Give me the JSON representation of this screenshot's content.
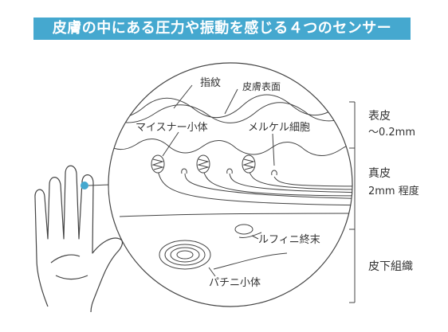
{
  "title": "皮膚の中にある圧力や振動を感じる４つのセンサー",
  "labels": {
    "fingerprint": "指紋",
    "skin_surface": "皮膚表面",
    "meissner": "マイスナー小体",
    "merkel": "メルケル細胞",
    "ruffini": "ルフィニ終末",
    "pacinian": "パチニ小体"
  },
  "layers": {
    "epidermis": "表皮",
    "epidermis_depth": "〜0.2mm",
    "dermis": "真皮",
    "dermis_depth": "2mm 程度",
    "subcutis": "皮下組織"
  },
  "colors": {
    "accent": "#45a8cf",
    "line": "#444444",
    "text": "#333333"
  }
}
